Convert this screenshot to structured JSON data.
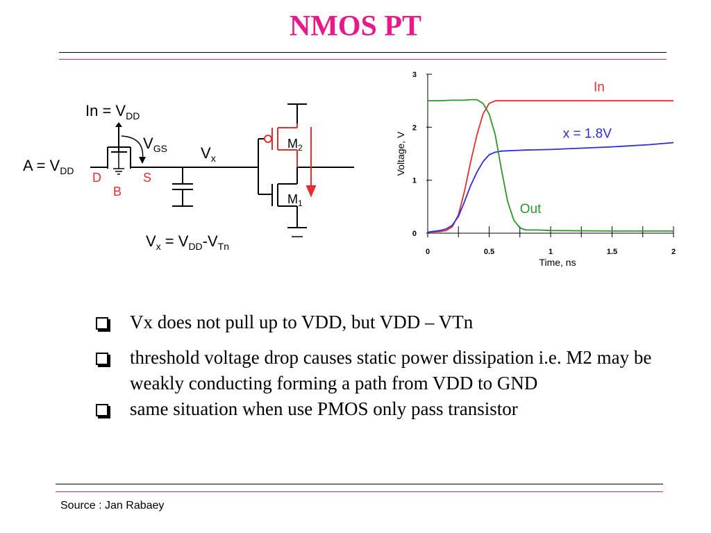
{
  "title": "NMOS PT",
  "colors": {
    "title": "#e8198b",
    "rule_pink": "#e8198b",
    "in_curve": "#e52d2d",
    "x_curve": "#2b2bdc",
    "out_curve": "#2a962a",
    "pmos_red": "#e52d2d"
  },
  "circuit": {
    "in_label": "In = V",
    "in_sub": "DD",
    "a_label": "A = V",
    "a_sub": "DD",
    "vgs_label": "V",
    "vgs_sub": "GS",
    "vx_label": "V",
    "vx_sub": "x",
    "d_label": "D",
    "b_label": "B",
    "s_label": "S",
    "m2_label": "M",
    "m2_sub": "2",
    "m1_label": "M",
    "m1_sub": "1",
    "eq_v1": "V",
    "eq_x": "x",
    "eq_mid": " = V",
    "eq_dd": "DD",
    "eq_minus": "-V",
    "eq_tn": "Tn"
  },
  "chart_data": {
    "type": "line",
    "xlabel": "Time, ns",
    "ylabel": "Voltage, V",
    "xlim": [
      0,
      2
    ],
    "ylim": [
      0,
      3
    ],
    "xticks": [
      0,
      0.5,
      1,
      1.5,
      2
    ],
    "xtick_labels": [
      "0",
      "0.5",
      "1",
      "1.5",
      "2"
    ],
    "yticks": [
      0,
      1,
      2,
      3
    ],
    "ytick_labels": [
      "0",
      "1",
      "2",
      "3"
    ],
    "grid": false,
    "series": [
      {
        "name": "In",
        "color": "#e52d2d",
        "x": [
          0,
          0.1,
          0.15,
          0.2,
          0.25,
          0.3,
          0.35,
          0.4,
          0.45,
          0.5,
          0.55,
          0.6,
          0.7,
          0.8,
          1.0,
          1.5,
          2.0
        ],
        "y": [
          0.02,
          0.03,
          0.05,
          0.12,
          0.35,
          0.8,
          1.35,
          1.85,
          2.25,
          2.45,
          2.5,
          2.5,
          2.5,
          2.5,
          2.5,
          2.5,
          2.5
        ]
      },
      {
        "name": "x = 1.8V",
        "color": "#2b2bdc",
        "x": [
          0,
          0.1,
          0.15,
          0.2,
          0.25,
          0.3,
          0.35,
          0.4,
          0.45,
          0.5,
          0.55,
          0.6,
          0.7,
          0.8,
          1.0,
          1.2,
          1.5,
          1.8,
          2.0
        ],
        "y": [
          0.02,
          0.05,
          0.08,
          0.15,
          0.32,
          0.6,
          0.9,
          1.15,
          1.35,
          1.48,
          1.53,
          1.55,
          1.56,
          1.57,
          1.58,
          1.6,
          1.63,
          1.67,
          1.71
        ]
      },
      {
        "name": "Out",
        "color": "#2a962a",
        "x": [
          0,
          0.1,
          0.2,
          0.3,
          0.35,
          0.4,
          0.45,
          0.5,
          0.55,
          0.6,
          0.65,
          0.7,
          0.75,
          0.8,
          0.9,
          1.0,
          1.5,
          2.0
        ],
        "y": [
          2.5,
          2.5,
          2.51,
          2.51,
          2.52,
          2.52,
          2.45,
          2.25,
          1.85,
          1.2,
          0.6,
          0.25,
          0.1,
          0.06,
          0.06,
          0.05,
          0.04,
          0.04
        ]
      }
    ],
    "annotations": [
      {
        "text": "In",
        "x": 1.35,
        "y": 2.68,
        "color": "#e52d2d"
      },
      {
        "text": "x = 1.8V",
        "x": 1.1,
        "y": 1.8,
        "color": "#2b2bdc"
      },
      {
        "text": "Out",
        "x": 0.75,
        "y": 0.38,
        "color": "#2a962a"
      }
    ]
  },
  "bullets": [
    "Vx does not pull up to VDD, but VDD – VTn",
    "threshold voltage drop causes static power dissipation i.e. M2 may be weakly conducting forming a path from VDD to GND",
    "same situation when use PMOS only pass transistor"
  ],
  "source": "Source : Jan Rabaey"
}
